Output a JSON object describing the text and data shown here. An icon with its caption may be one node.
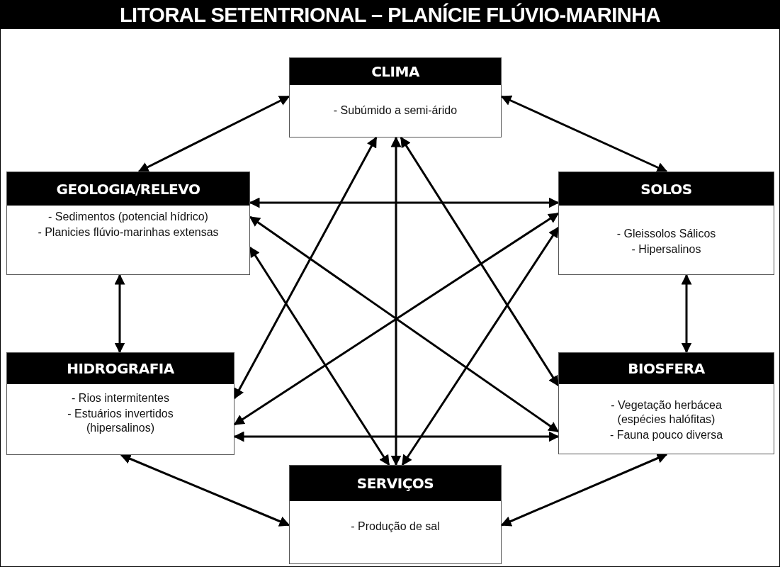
{
  "diagram": {
    "title": "LITORAL SETENTRIONAL – PLANÍCIE FLÚVIO-MARINHA",
    "nodes": [
      {
        "text": [
          "CLIMA",
          "- Subúmido a semi-árido"
        ]
      },
      {
        "text": [
          "GEOLOGIA/RELEVO",
          "- Sedimentos (potencial hídrico)",
          "- Planicies flúvio-marinhas extensas"
        ]
      },
      {
        "text": [
          "SOLOS",
          "- Gleissolos Sálicos",
          "- Hipersalinos"
        ]
      },
      {
        "text": [
          "HIDROGRAFIA",
          "- Rios intermitentes",
          "- Estuários invertidos (hipersalinos)"
        ]
      },
      {
        "text": [
          "BIOSFERA",
          "- Vegetação herbácea (espécies halófitas)",
          "- Fauna pouco diversa"
        ]
      },
      {
        "text": [
          "SERVIÇOS",
          "- Produção de sal"
        ]
      }
    ],
    "edges": [
      {
        "from": 0,
        "to": 1,
        "arrow": "both"
      },
      {
        "from": 0,
        "to": 2,
        "arrow": "both"
      },
      {
        "from": 1,
        "to": 3,
        "arrow": "both"
      },
      {
        "from": 2,
        "to": 4,
        "arrow": "both"
      },
      {
        "from": 3,
        "to": 5,
        "arrow": "both"
      },
      {
        "from": 4,
        "to": 5,
        "arrow": "both"
      },
      {
        "from": 1,
        "to": 2,
        "arrow": "both"
      },
      {
        "from": 3,
        "to": 4,
        "arrow": "both"
      },
      {
        "from": 0,
        "to": 5,
        "arrow": "both"
      },
      {
        "from": 1,
        "to": 4,
        "arrow": "both"
      },
      {
        "from": 3,
        "to": 2,
        "arrow": "both"
      },
      {
        "from": 0,
        "to": 3,
        "arrow": "both"
      },
      {
        "from": 0,
        "to": 4,
        "arrow": "both"
      },
      {
        "from": 1,
        "to": 5,
        "arrow": "both"
      },
      {
        "from": 2,
        "to": 5,
        "arrow": "both"
      }
    ]
  }
}
